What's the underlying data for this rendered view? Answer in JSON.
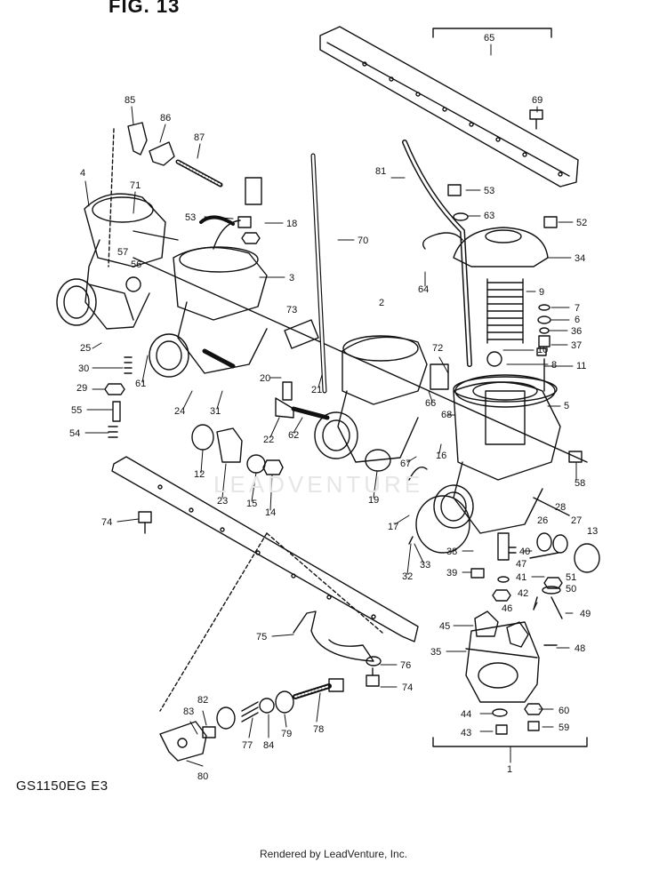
{
  "header": {
    "figure_title": "FIG. 13"
  },
  "footer": {
    "model_code": "GS1150EG E3",
    "rendered_by": "Rendered by LeadVenture, Inc."
  },
  "watermark": {
    "text": "LEADVENTURE"
  },
  "parts": [
    {
      "id": "p65",
      "label": "65"
    },
    {
      "id": "p69",
      "label": "69"
    },
    {
      "id": "p85",
      "label": "85"
    },
    {
      "id": "p86",
      "label": "86"
    },
    {
      "id": "p87",
      "label": "87"
    },
    {
      "id": "p4",
      "label": "4"
    },
    {
      "id": "p71",
      "label": "71"
    },
    {
      "id": "p53a",
      "label": "53"
    },
    {
      "id": "p18",
      "label": "18"
    },
    {
      "id": "p70",
      "label": "70"
    },
    {
      "id": "p81",
      "label": "81"
    },
    {
      "id": "p53b",
      "label": "53"
    },
    {
      "id": "p63",
      "label": "63"
    },
    {
      "id": "p52",
      "label": "52"
    },
    {
      "id": "p34",
      "label": "34"
    },
    {
      "id": "p57",
      "label": "57"
    },
    {
      "id": "p56",
      "label": "56"
    },
    {
      "id": "p3",
      "label": "3"
    },
    {
      "id": "p64",
      "label": "64"
    },
    {
      "id": "p9",
      "label": "9"
    },
    {
      "id": "p7",
      "label": "7"
    },
    {
      "id": "p6",
      "label": "6"
    },
    {
      "id": "p36",
      "label": "36"
    },
    {
      "id": "p37",
      "label": "37"
    },
    {
      "id": "p73",
      "label": "73"
    },
    {
      "id": "p2",
      "label": "2"
    },
    {
      "id": "p25",
      "label": "25"
    },
    {
      "id": "p10",
      "label": "10"
    },
    {
      "id": "p8",
      "label": "8"
    },
    {
      "id": "p11",
      "label": "11"
    },
    {
      "id": "p72",
      "label": "72"
    },
    {
      "id": "p30",
      "label": "30"
    },
    {
      "id": "p61",
      "label": "61"
    },
    {
      "id": "p20",
      "label": "20"
    },
    {
      "id": "p29",
      "label": "29"
    },
    {
      "id": "p24",
      "label": "24"
    },
    {
      "id": "p31",
      "label": "31"
    },
    {
      "id": "p21",
      "label": "21"
    },
    {
      "id": "p66",
      "label": "66"
    },
    {
      "id": "p68",
      "label": "68"
    },
    {
      "id": "p5",
      "label": "5"
    },
    {
      "id": "p55",
      "label": "55"
    },
    {
      "id": "p54",
      "label": "54"
    },
    {
      "id": "p22",
      "label": "22"
    },
    {
      "id": "p62",
      "label": "62"
    },
    {
      "id": "p12",
      "label": "12"
    },
    {
      "id": "p67",
      "label": "67"
    },
    {
      "id": "p16",
      "label": "16"
    },
    {
      "id": "p58",
      "label": "58"
    },
    {
      "id": "p23",
      "label": "23"
    },
    {
      "id": "p15",
      "label": "15"
    },
    {
      "id": "p14",
      "label": "14"
    },
    {
      "id": "p19",
      "label": "19"
    },
    {
      "id": "p17",
      "label": "17"
    },
    {
      "id": "p28",
      "label": "28"
    },
    {
      "id": "p26",
      "label": "26"
    },
    {
      "id": "p27",
      "label": "27"
    },
    {
      "id": "p13",
      "label": "13"
    },
    {
      "id": "p74a",
      "label": "74"
    },
    {
      "id": "p38",
      "label": "38"
    },
    {
      "id": "p40",
      "label": "40"
    },
    {
      "id": "p33",
      "label": "33"
    },
    {
      "id": "p47",
      "label": "47"
    },
    {
      "id": "p51",
      "label": "51"
    },
    {
      "id": "p39",
      "label": "39"
    },
    {
      "id": "p41",
      "label": "41"
    },
    {
      "id": "p32",
      "label": "32"
    },
    {
      "id": "p50",
      "label": "50"
    },
    {
      "id": "p42",
      "label": "42"
    },
    {
      "id": "p46",
      "label": "46"
    },
    {
      "id": "p49",
      "label": "49"
    },
    {
      "id": "p45",
      "label": "45"
    },
    {
      "id": "p75",
      "label": "75"
    },
    {
      "id": "p35",
      "label": "35"
    },
    {
      "id": "p48",
      "label": "48"
    },
    {
      "id": "p76",
      "label": "76"
    },
    {
      "id": "p74b",
      "label": "74"
    },
    {
      "id": "p82",
      "label": "82"
    },
    {
      "id": "p83",
      "label": "83"
    },
    {
      "id": "p60",
      "label": "60"
    },
    {
      "id": "p44",
      "label": "44"
    },
    {
      "id": "p78",
      "label": "78"
    },
    {
      "id": "p77",
      "label": "77"
    },
    {
      "id": "p84",
      "label": "84"
    },
    {
      "id": "p79",
      "label": "79"
    },
    {
      "id": "p43",
      "label": "43"
    },
    {
      "id": "p59",
      "label": "59"
    },
    {
      "id": "p1",
      "label": "1"
    },
    {
      "id": "p80",
      "label": "80"
    }
  ],
  "colors": {
    "line": "#111111",
    "background": "#ffffff",
    "watermark": "#e6e6e6"
  }
}
